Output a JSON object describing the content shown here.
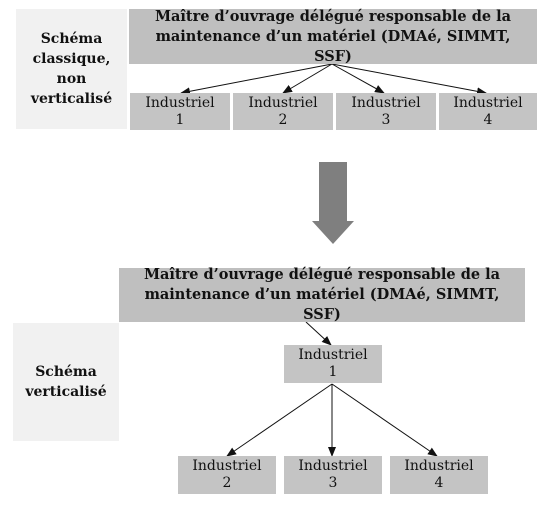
{
  "top": {
    "side_label_lines": [
      "Schéma",
      "classique,",
      "non",
      "verticalisé"
    ],
    "main_lines": [
      "Maître d’ouvrage délégué responsable de la",
      "maintenance d’un matériel (DMAé, SIMMT, SSF)"
    ],
    "industriels": [
      {
        "label": "Industriel",
        "num": "1"
      },
      {
        "label": "Industriel",
        "num": "2"
      },
      {
        "label": "Industriel",
        "num": "3"
      },
      {
        "label": "Industriel",
        "num": "4"
      }
    ]
  },
  "bottom": {
    "side_label_lines": [
      "Schéma",
      "verticalisé"
    ],
    "main_lines": [
      "Maître d’ouvrage délégué responsable de la",
      "maintenance d’un matériel (DMAé, SIMMT, SSF)"
    ],
    "middle": {
      "label": "Industriel",
      "num": "1"
    },
    "industriels": [
      {
        "label": "Industriel",
        "num": "2"
      },
      {
        "label": "Industriel",
        "num": "3"
      },
      {
        "label": "Industriel",
        "num": "4"
      }
    ]
  },
  "colors": {
    "side_bg": "#f1f1f1",
    "box_bg": "#bfbfbf",
    "arrow": "#7f7f7f"
  }
}
